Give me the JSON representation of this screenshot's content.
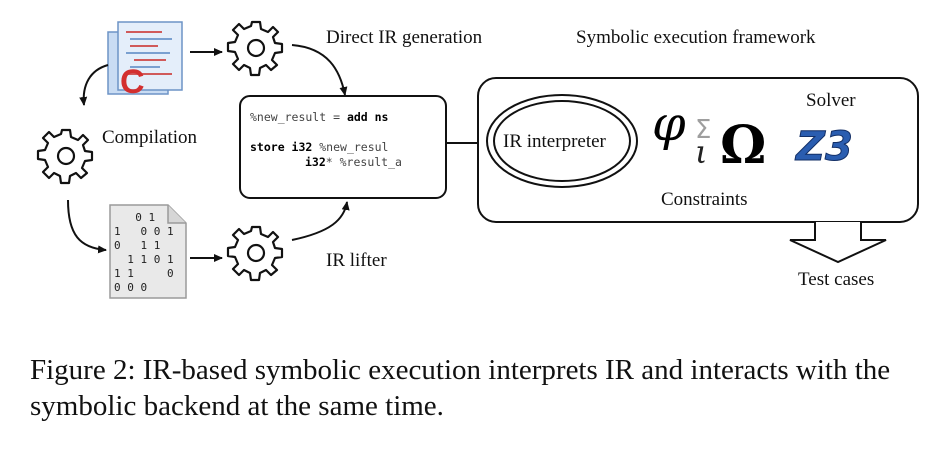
{
  "labels": {
    "direct_ir": "Direct IR generation",
    "framework": "Symbolic execution framework",
    "solver": "Solver",
    "compilation": "Compilation",
    "ir_interpreter": "IR interpreter",
    "constraints": "Constraints",
    "ir_lifter": "IR lifter",
    "test_cases": "Test cases"
  },
  "code": {
    "line1_a": "%new_result = ",
    "line1_b": "add ns",
    "line2_a": "store i32 ",
    "line2_b": "%new_resul",
    "line3_a": "i32",
    "line3_b": "* %result_a"
  },
  "binary_rows": [
    "  0 1",
    "1   0 0 1",
    "0   1 1",
    "  1 1 0 1",
    "1 1     0",
    "0 0 0"
  ],
  "symbols": {
    "phi": "φ",
    "sigma": "Σ",
    "iota": "ι",
    "omega": "Ω",
    "z3": "Z3"
  },
  "source_icon_letter": "C",
  "caption": "Figure 2: IR-based symbolic execution interprets IR and interacts with the symbolic backend at the same time."
}
